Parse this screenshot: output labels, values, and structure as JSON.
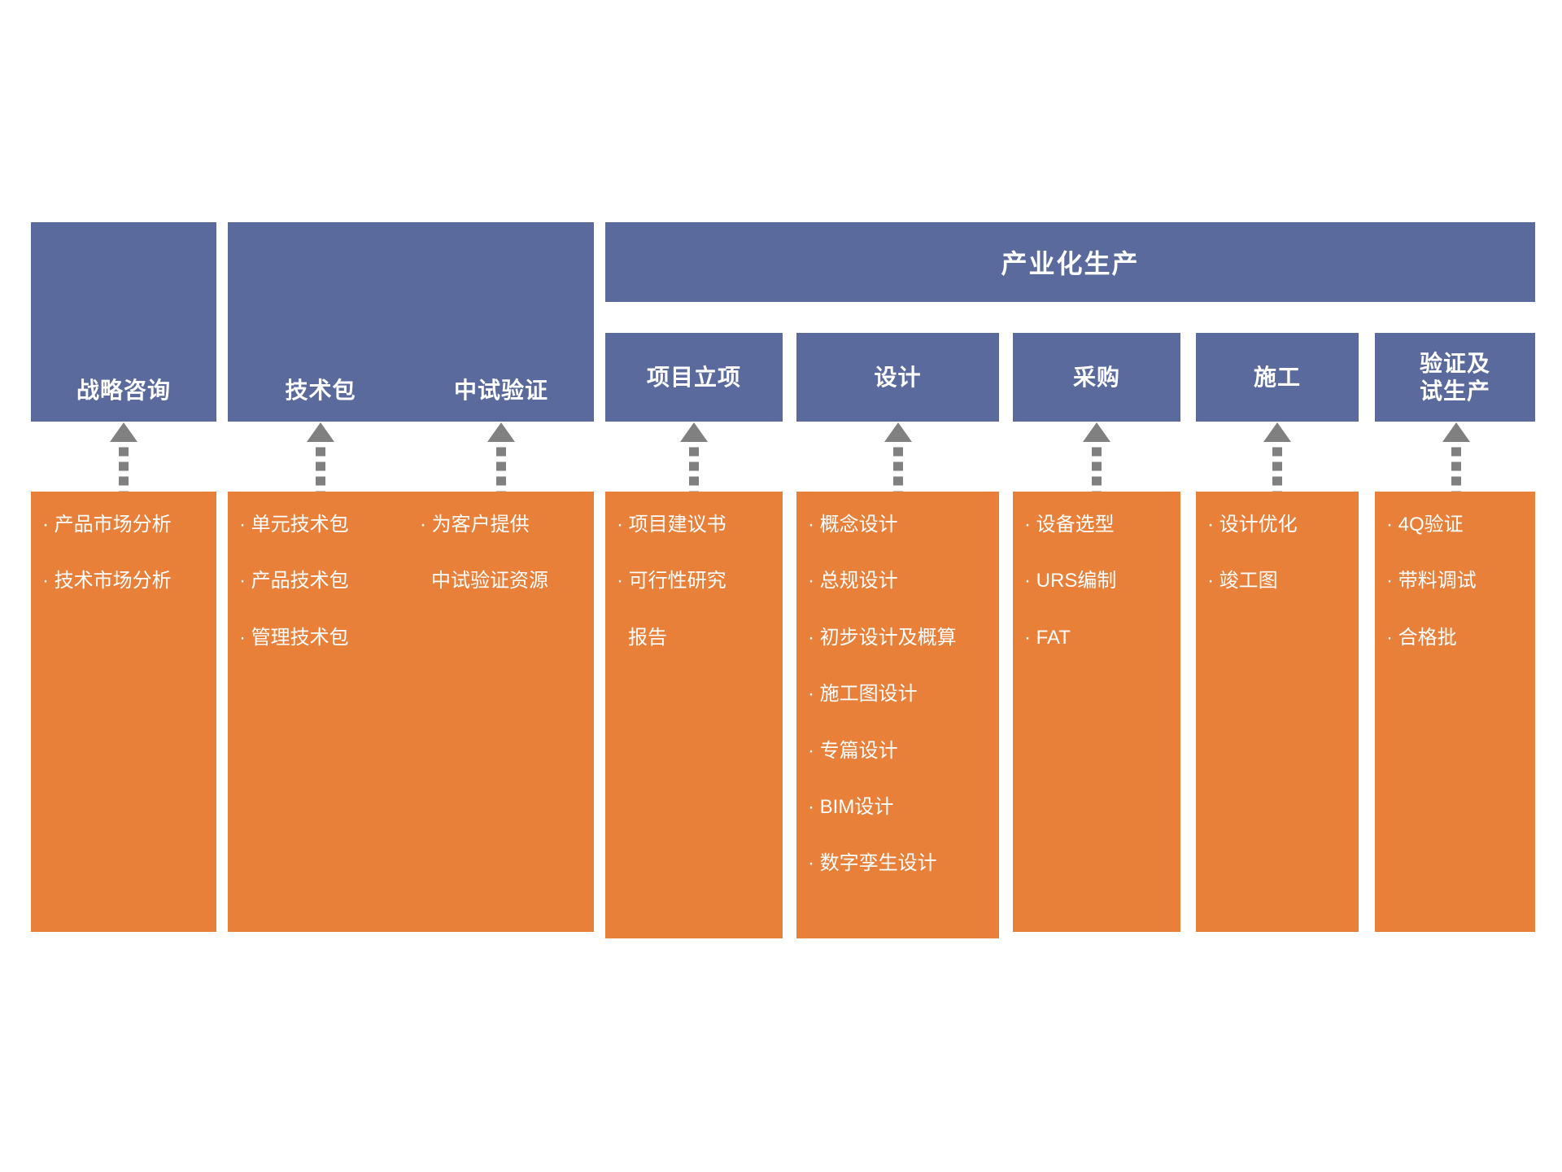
{
  "theme": {
    "blue": "#5a6a9c",
    "orange": "#e8803a",
    "arrow_gray": "#808080",
    "text_light": "#ffffff",
    "background": "#ffffff"
  },
  "group_header": {
    "label": "产业化生产"
  },
  "phases": [
    {
      "id": "strategy-consulting",
      "label": "战略咨询",
      "items": [
        "· 产品市场分析",
        "· 技术市场分析"
      ]
    },
    {
      "id": "technology-package",
      "label": "技术包",
      "items": [
        "· 单元技术包",
        "· 产品技术包",
        "· 管理技术包"
      ]
    },
    {
      "id": "pilot-verification",
      "label": "中试验证",
      "items": [
        "· 为客户提供",
        "中试验证资源"
      ]
    },
    {
      "id": "project-initiation",
      "label": "项目立项",
      "items": [
        "· 项目建议书",
        "· 可行性研究",
        "报告"
      ]
    },
    {
      "id": "design",
      "label": "设计",
      "items": [
        "· 概念设计",
        "· 总规设计",
        "· 初步设计及概算",
        "· 施工图设计",
        "· 专篇设计",
        "· BIM设计",
        "· 数字孪生设计"
      ]
    },
    {
      "id": "procurement",
      "label": "采购",
      "items": [
        "· 设备选型",
        "· URS编制",
        "· FAT"
      ]
    },
    {
      "id": "construction",
      "label": "施工",
      "items": [
        "· 设计优化",
        "· 竣工图"
      ]
    },
    {
      "id": "validation-trial-production",
      "label": "验证及\n试生产",
      "label_line1": "验证及",
      "label_line2": "试生产",
      "items": [
        "· 4Q验证",
        "· 带料调试",
        "· 合格批"
      ]
    }
  ]
}
